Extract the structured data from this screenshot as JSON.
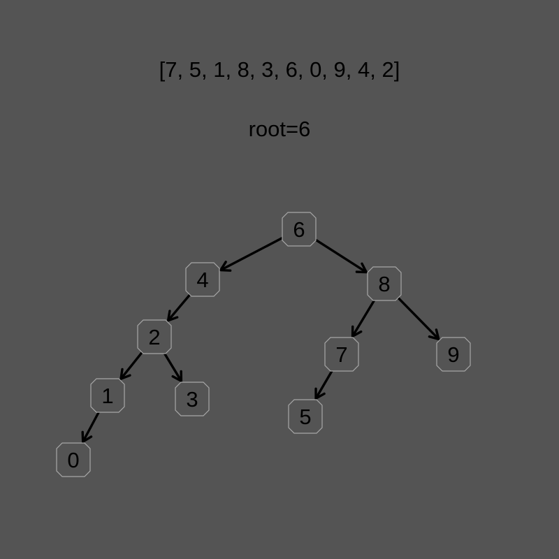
{
  "array_text": "[7, 5, 1, 8, 3, 6, 0, 9, 4, 2]",
  "root_text": "root=6",
  "colors": {
    "background": "#545454",
    "node_border": "#a8a8a8",
    "text": "#000000",
    "edge": "#000000"
  },
  "tree": {
    "nodes": [
      "6",
      "4",
      "8",
      "2",
      "7",
      "9",
      "1",
      "3",
      "5",
      "0"
    ],
    "edges": [
      [
        "6",
        "4"
      ],
      [
        "6",
        "8"
      ],
      [
        "4",
        "2"
      ],
      [
        "8",
        "7"
      ],
      [
        "8",
        "9"
      ],
      [
        "2",
        "1"
      ],
      [
        "2",
        "3"
      ],
      [
        "7",
        "5"
      ],
      [
        "1",
        "0"
      ]
    ]
  }
}
